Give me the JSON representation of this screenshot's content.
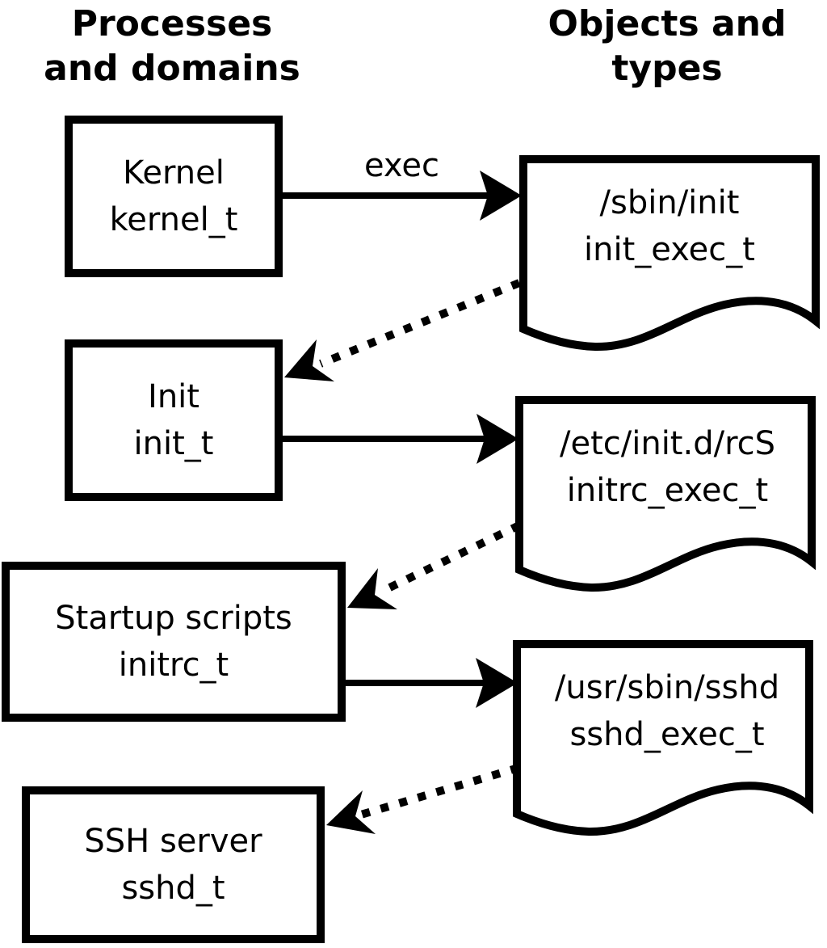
{
  "colors": {
    "foreground": "#000000",
    "background": "#ffffff"
  },
  "headers": {
    "left": {
      "line1": "Processes",
      "line2": "and domains"
    },
    "right": {
      "line1": "Objects and",
      "line2": "types"
    }
  },
  "process_boxes": [
    {
      "name": "Kernel",
      "type": "kernel_t"
    },
    {
      "name": "Init",
      "type": "init_t"
    },
    {
      "name": "Startup scripts",
      "type": "initrc_t"
    },
    {
      "name": "SSH server",
      "type": "sshd_t"
    }
  ],
  "object_docs": [
    {
      "path": "/sbin/init",
      "type": "init_exec_t"
    },
    {
      "path": "/etc/init.d/rcS",
      "type": "initrc_exec_t"
    },
    {
      "path": "/usr/sbin/sshd",
      "type": "sshd_exec_t"
    }
  ],
  "edges": [
    {
      "label": "exec",
      "from": "kernel_t",
      "to": "init_exec_t",
      "style": "solid"
    },
    {
      "label": "",
      "from": "init_exec_t",
      "to": "init_t",
      "style": "dotted"
    },
    {
      "label": "",
      "from": "init_t",
      "to": "initrc_exec_t",
      "style": "solid"
    },
    {
      "label": "",
      "from": "initrc_exec_t",
      "to": "initrc_t",
      "style": "dotted"
    },
    {
      "label": "",
      "from": "initrc_t",
      "to": "sshd_exec_t",
      "style": "solid"
    },
    {
      "label": "",
      "from": "sshd_exec_t",
      "to": "sshd_t",
      "style": "dotted"
    }
  ]
}
